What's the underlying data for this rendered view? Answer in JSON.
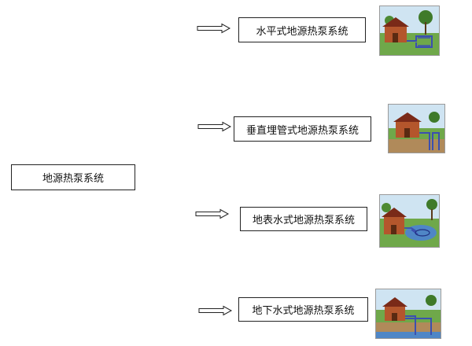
{
  "root": {
    "label": "地源热泵系统"
  },
  "branches": [
    {
      "label": "水平式地源热泵系统",
      "icon": "horizontal-ground-loop-house-icon"
    },
    {
      "label": "垂直埋管式地源热泵系统",
      "icon": "vertical-ground-loop-house-icon"
    },
    {
      "label": "地表水式地源热泵系统",
      "icon": "surface-water-loop-house-icon"
    },
    {
      "label": "地下水式地源热泵系统",
      "icon": "groundwater-well-house-icon"
    }
  ],
  "colors": {
    "border": "#222222",
    "sky": "#cfe4f2",
    "grass": "#6fa84a",
    "house_wall": "#b4562c",
    "roof": "#7a2a18",
    "pipe": "#3b4fb0",
    "water": "#4f86c6",
    "soil": "#b08a5a"
  }
}
